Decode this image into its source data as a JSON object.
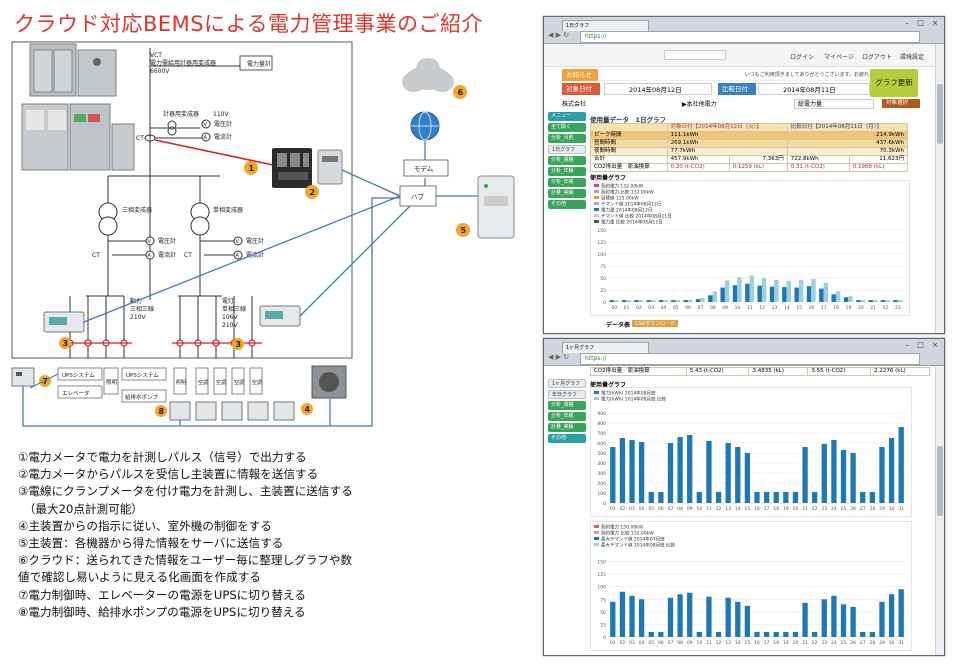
{
  "title": "クラウド対応BEMSによる電力管理事業のご紹介",
  "diagram": {
    "vct": [
      "VCT",
      "電力需給用計器用変成器",
      "6600V"
    ],
    "power_meter_top": "電力量計",
    "vt": "計器用変成器",
    "vt_voltage": "110V",
    "ct": "CT",
    "voltmeter": "電圧計",
    "ammeter": "電流計",
    "v": "V",
    "a": "A",
    "three_phase_tr": "三相変成器",
    "single_phase_tr": "単相変成器",
    "modem": "モデム",
    "hub": "ハブ",
    "power_load": [
      "動力",
      "三相三線",
      "210V"
    ],
    "light_load": [
      "電灯",
      "単相三線",
      "106V",
      "210V"
    ],
    "ups1": "UPSシステム",
    "elevator": "エレベータ",
    "ups2": "UPSシステム",
    "pump": "給排水ポンプ",
    "indoor": [
      "照明",
      "空調",
      "空調",
      "空調",
      "空調"
    ],
    "lighting": "照明",
    "numbers": [
      "1",
      "2",
      "3",
      "3",
      "4",
      "5",
      "6",
      "7",
      "8"
    ]
  },
  "descriptions": [
    "①電力メータで電力を計測しパルス（信号）で出力する",
    "②電力メータからパルスを受信し主装置に情報を送信する",
    "③電線にクランプメータを付け電力を計測し、主装置に送信する",
    "　（最大20点計測可能）",
    "④主装置からの指示に従い、室外機の制御をする",
    "⑤主装置：各機器から得た情報をサーバに送信する",
    "⑥クラウド：送られてきた情報をユーザー毎に整理しグラフや数",
    "値で確認し易いように見える化画面を作成する",
    "⑦電力制御時、エレベーターの電源をUPSに切り替える",
    "⑧電力制御時、給排水ポンプの電源をUPSに切り替える"
  ],
  "screen1": {
    "tab": "1日グラフ",
    "url": "https://",
    "menu": [
      "ログイン",
      "マイページ",
      "ログアウト",
      "環境設定"
    ],
    "notice_label": "お知らせ",
    "notice_text": "いつもご利用頂きましてありがとうございます。お疲れ",
    "target_label": "対象日付",
    "target_date": "2014年08月12日",
    "compare_label": "比較日付",
    "compare_date": "2014年08月11日",
    "graph_update": "グラフ更新",
    "company": "株式会社",
    "dept": "▶本社他電力",
    "kind": "総電力量",
    "detail_btn": "対象選択",
    "nav": [
      "メニュー",
      "全て開く",
      "分析_月別",
      "1日グラフ",
      "分析_週種",
      "分析_年報",
      "分析_年報",
      "計量_実績",
      "その他"
    ],
    "section": "使用量データ　1日グラフ",
    "table_head": [
      "",
      "対象日付【2014年08月12日（火）】",
      "比較日付【2014年08月11日（月）】"
    ],
    "table_rows": [
      [
        "ピーク時間",
        "111.1kWh",
        "",
        "214.9kWh",
        ""
      ],
      [
        "昼間時間",
        "269.1kWh",
        "",
        "437.6kWh",
        ""
      ],
      [
        "夜間時間",
        "77.7kWh",
        "",
        "70.3kWh",
        ""
      ],
      [
        "合計",
        "457.9kWh",
        "7,363円",
        "722.8kWh",
        "11,623円"
      ],
      [
        "CO2排出量　原油換算",
        "0.20 (t-CO2)",
        "0.1259 (kL)",
        "0.31 (t-CO2)",
        "0.1988 (kL)"
      ]
    ],
    "graph_title": "使用量グラフ",
    "legend": [
      "契約電力 132.00kW",
      "契約電力 比較 132.00kW",
      "目標値 125.00kW",
      "デマンド値 2014年08月12日",
      "電力量 2014年08月12日",
      "デマンド値 比較 2014年08月11日",
      "電力量 比較 2014年08月11日"
    ],
    "data_table": "データ表",
    "csv": "CSVダウンロード"
  },
  "screen2": {
    "tab": "1ヶ月グラフ",
    "url": "https://",
    "co2_row": [
      "CO2排出量　原油換算",
      "5.43 (t-CO2)",
      "3.4835 (kL)",
      "3.55 (t-CO2)",
      "2.2276 (kL)"
    ],
    "nav": [
      "1ヶ月グラフ",
      "年日グラフ",
      "分析_週種",
      "分析_年報",
      "計量_実績",
      "その他"
    ],
    "graph_title": "使用量グラフ",
    "legend1": [
      "電力(kWh) 2014年08月度",
      "電力(kWh) 2014年08月度 比較"
    ],
    "legend2": [
      "契約電力 150.00kW",
      "契約電力 比較 132.00kW",
      "最大デマンド値 2014年07月度",
      "最大デマンド値 2014年08月度 比較"
    ]
  },
  "chart_data": [
    {
      "type": "bar",
      "title": "使用量グラフ",
      "categories": [
        "00",
        "01",
        "02",
        "03",
        "04",
        "05",
        "06",
        "07",
        "08",
        "09",
        "10",
        "11",
        "12",
        "13",
        "14",
        "15",
        "16",
        "17",
        "18",
        "19",
        "20",
        "21",
        "22",
        "23"
      ],
      "ylim": [
        0,
        150
      ],
      "series": [
        {
          "name": "電力量 2014年08月12日",
          "values": [
            4,
            4,
            4,
            4,
            4,
            4,
            4,
            6,
            14,
            30,
            35,
            38,
            34,
            32,
            31,
            30,
            33,
            28,
            16,
            10,
            4,
            4,
            4,
            4
          ]
        },
        {
          "name": "電力量 比較 2014年08月11日",
          "values": [
            4,
            4,
            4,
            4,
            4,
            4,
            5,
            8,
            22,
            45,
            52,
            55,
            50,
            46,
            44,
            46,
            48,
            40,
            22,
            12,
            4,
            4,
            4,
            4
          ]
        }
      ]
    },
    {
      "type": "bar",
      "title": "使用量グラフ",
      "categories": [
        "01",
        "02",
        "03",
        "04",
        "05",
        "06",
        "07",
        "08",
        "09",
        "10",
        "11",
        "12",
        "13",
        "14",
        "15",
        "16",
        "17",
        "18",
        "19",
        "20",
        "21",
        "22",
        "23",
        "24",
        "25",
        "26",
        "27",
        "28",
        "29",
        "30",
        "31"
      ],
      "ylim": [
        0,
        1000
      ],
      "series": [
        {
          "name": "電力(kWh) 2014年08月度",
          "values": [
            560,
            650,
            630,
            610,
            110,
            110,
            600,
            660,
            680,
            110,
            620,
            110,
            600,
            560,
            500,
            110,
            110,
            110,
            110,
            110,
            560,
            110,
            590,
            630,
            530,
            500,
            110,
            110,
            560,
            650,
            760
          ]
        }
      ]
    },
    {
      "type": "bar",
      "title": "",
      "categories": [
        "01",
        "02",
        "03",
        "04",
        "05",
        "06",
        "07",
        "08",
        "09",
        "10",
        "11",
        "12",
        "13",
        "14",
        "15",
        "16",
        "17",
        "18",
        "19",
        "20",
        "21",
        "22",
        "23",
        "24",
        "25",
        "26",
        "27",
        "28",
        "29",
        "30",
        "31"
      ],
      "ylim": [
        0,
        175
      ],
      "series": [
        {
          "name": "最大デマンド値 2014年07月度",
          "values": [
            70,
            90,
            82,
            75,
            10,
            10,
            78,
            85,
            88,
            10,
            80,
            10,
            78,
            70,
            62,
            10,
            10,
            10,
            10,
            10,
            68,
            10,
            75,
            82,
            65,
            60,
            10,
            10,
            70,
            85,
            95
          ]
        }
      ]
    }
  ]
}
